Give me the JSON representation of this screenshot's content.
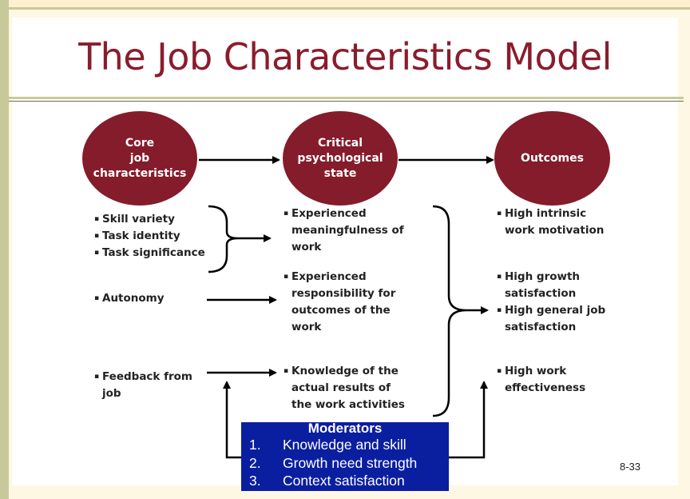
{
  "title": "The Job Characteristics Model",
  "headers": {
    "core": "Core\njob\ncharacteristics",
    "critical": "Critical\npsychological\nstate",
    "outcomes": "Outcomes"
  },
  "core_items": [
    "Skill variety",
    "Task identity",
    "Task significance",
    "Autonomy",
    "Feedback from",
    "job"
  ],
  "critical_items": [
    [
      "Experienced",
      "meaningfulness of",
      "work"
    ],
    [
      "Experienced",
      "responsibility for",
      "outcomes of the",
      "work"
    ],
    [
      "Knowledge of the",
      "actual results of",
      "the work activities"
    ]
  ],
  "outcome_items": [
    [
      "High intrinsic",
      "work motivation"
    ],
    [
      "High growth",
      "satisfaction"
    ],
    [
      "High general job",
      "satisfaction"
    ],
    [
      "High work",
      "effectiveness"
    ]
  ],
  "bullet": "▪",
  "moderators": {
    "title": "Moderators",
    "items": [
      {
        "num": "1.",
        "text": "Knowledge and skill"
      },
      {
        "num": "2.",
        "text": "Growth need strength"
      },
      {
        "num": "3.",
        "text": "Context satisfaction"
      }
    ]
  },
  "page_number": "8-33",
  "colors": {
    "accent": "#841c2b",
    "moderator_bg": "#0a1ea0",
    "frame": "#c8c99a"
  }
}
